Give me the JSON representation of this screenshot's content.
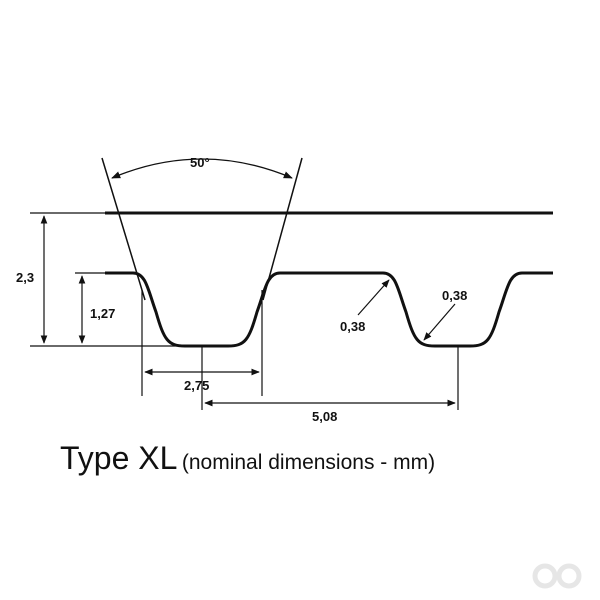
{
  "diagram": {
    "angle_label": "50°",
    "total_height_label": "2,3",
    "tooth_height_label": "1,27",
    "tooth_width_label": "2,75",
    "pitch_label": "5,08",
    "radius_top_label": "0,38",
    "radius_bottom_label": "0,38"
  },
  "caption": {
    "type_label": "Type XL",
    "units_note": "(nominal dimensions - mm)"
  },
  "colors": {
    "line": "#111111",
    "logo": "#e8e8e8"
  },
  "logo": {
    "icon": "infinity-logo-icon"
  }
}
